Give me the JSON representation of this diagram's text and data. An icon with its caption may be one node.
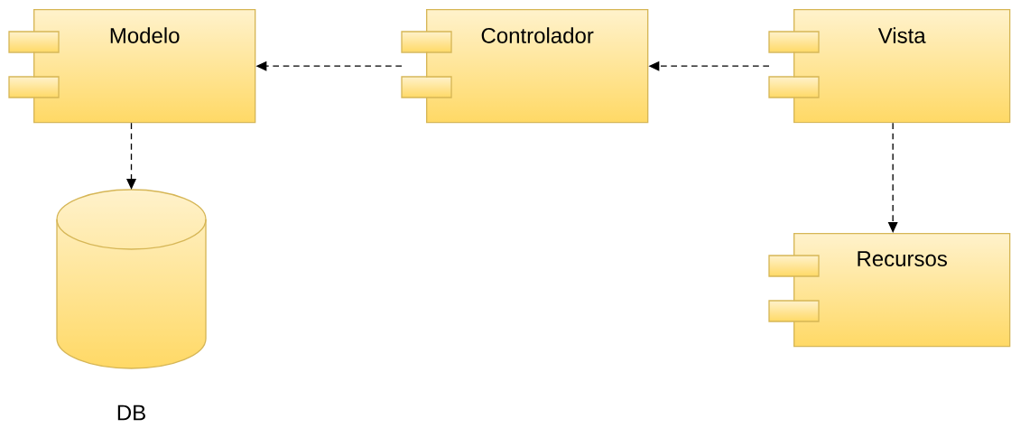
{
  "diagram": {
    "nodes": [
      {
        "text": [
          "Modelo"
        ]
      },
      {
        "text": [
          "Controlador"
        ]
      },
      {
        "text": [
          "Vista"
        ]
      },
      {
        "text": [
          "Recursos"
        ]
      },
      {
        "text": [
          "DB"
        ]
      }
    ],
    "edges": [
      {
        "from": 1,
        "to": 0,
        "arrow": "to",
        "style": "dashed"
      },
      {
        "from": 2,
        "to": 1,
        "arrow": "to",
        "style": "dashed"
      },
      {
        "from": 0,
        "to": 4,
        "arrow": "to",
        "style": "dashed"
      },
      {
        "from": 2,
        "to": 3,
        "arrow": "to",
        "style": "dashed"
      }
    ]
  }
}
